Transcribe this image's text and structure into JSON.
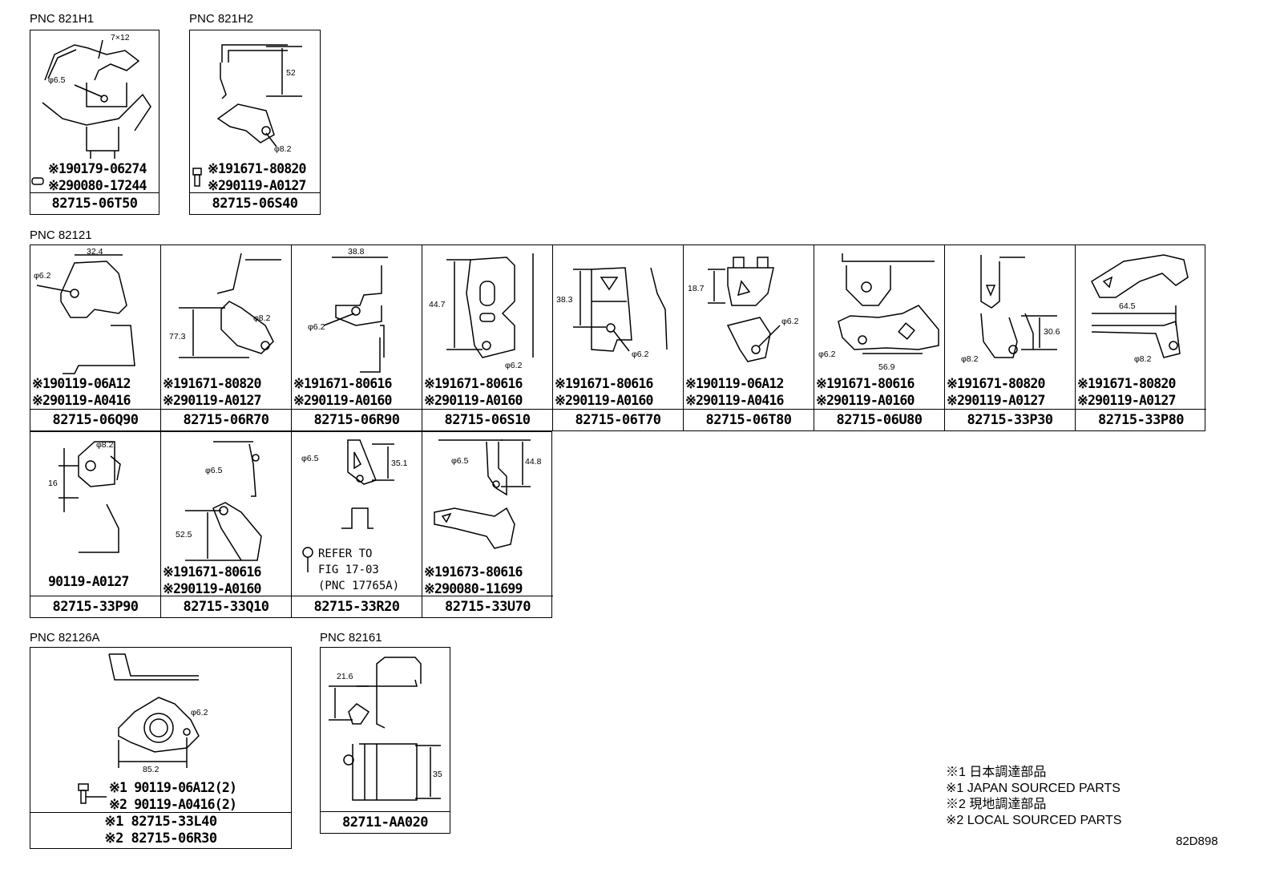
{
  "sections": {
    "h1": "PNC 821H1",
    "h2": "PNC 821H2",
    "s121": "PNC 82121",
    "s126a": "PNC 82126A",
    "s161": "PNC 82161"
  },
  "p821h1": {
    "dims": [
      "7×12",
      "φ6.5"
    ],
    "parts": [
      "※190179-06274",
      "※290080-17244"
    ],
    "pn": "82715-06T50"
  },
  "p821h2": {
    "dims": [
      "52",
      "φ8.2"
    ],
    "parts": [
      "※191671-80820",
      "※290119-A0127"
    ],
    "pn": "82715-06S40"
  },
  "row1": [
    {
      "dims": [
        "32.4",
        "φ6.2"
      ],
      "parts": [
        "※190119-06A12",
        "※290119-A0416"
      ],
      "pn": "82715-06Q90"
    },
    {
      "dims": [
        "77.3",
        "φ8.2"
      ],
      "parts": [
        "※191671-80820",
        "※290119-A0127"
      ],
      "pn": "82715-06R70"
    },
    {
      "dims": [
        "38.8",
        "φ6.2"
      ],
      "parts": [
        "※191671-80616",
        "※290119-A0160"
      ],
      "pn": "82715-06R90"
    },
    {
      "dims": [
        "44.7",
        "φ6.2"
      ],
      "parts": [
        "※191671-80616",
        "※290119-A0160"
      ],
      "pn": "82715-06S10"
    },
    {
      "dims": [
        "38.3",
        "φ6.2"
      ],
      "parts": [
        "※191671-80616",
        "※290119-A0160"
      ],
      "pn": "82715-06T70"
    },
    {
      "dims": [
        "18.7",
        "φ6.2"
      ],
      "parts": [
        "※190119-06A12",
        "※290119-A0416"
      ],
      "pn": "82715-06T80"
    },
    {
      "dims": [
        "φ6.2",
        "56.9"
      ],
      "parts": [
        "※191671-80616",
        "※290119-A0160"
      ],
      "pn": "82715-06U80"
    },
    {
      "dims": [
        "30.6",
        "φ8.2"
      ],
      "parts": [
        "※191671-80820",
        "※290119-A0127"
      ],
      "pn": "82715-33P30"
    },
    {
      "dims": [
        "64.5",
        "φ8.2"
      ],
      "parts": [
        "※191671-80820",
        "※290119-A0127"
      ],
      "pn": "82715-33P80"
    }
  ],
  "row2": [
    {
      "dims": [
        "φ8.2",
        "16"
      ],
      "parts": [
        "90119-A0127"
      ],
      "pn": "82715-33P90"
    },
    {
      "dims": [
        "φ6.5",
        "52.5"
      ],
      "parts": [
        "※191671-80616",
        "※290119-A0160"
      ],
      "pn": "82715-33Q10"
    },
    {
      "dims": [
        "φ6.5",
        "35.1"
      ],
      "refer": [
        "REFER TO",
        "FIG 17-03",
        "(PNC 17765A)"
      ],
      "pn": "82715-33R20"
    },
    {
      "dims": [
        "φ6.5",
        "44.8"
      ],
      "parts": [
        "※191673-80616",
        "※290080-11699"
      ],
      "pn": "82715-33U70"
    }
  ],
  "p82126a": {
    "dims": [
      "φ6.2",
      "85.2"
    ],
    "parts": [
      "※1 90119-06A12(2)",
      "※2 90119-A0416(2)"
    ],
    "pn": [
      "※1 82715-33L40",
      "※2 82715-06R30"
    ]
  },
  "p82161": {
    "dims": [
      "21.6",
      "35"
    ],
    "pn": "82711-AA020"
  },
  "legend": [
    "※1 日本調達部品",
    "※1 JAPAN SOURCED PARTS",
    "※2 現地調達部品",
    "※2 LOCAL SOURCED PARTS"
  ],
  "figure_id": "82D898"
}
